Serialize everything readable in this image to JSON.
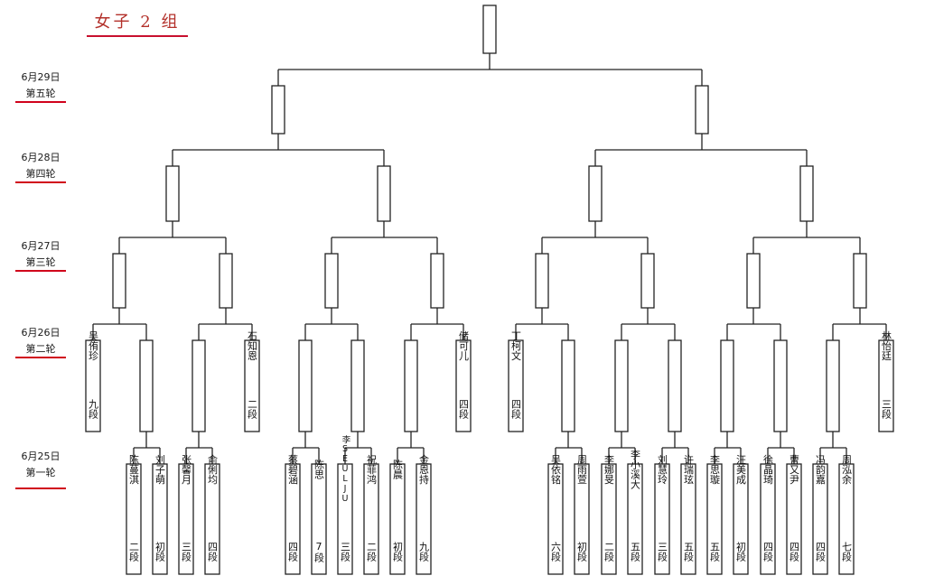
{
  "title": "女子 2 组",
  "rounds": [
    {
      "date": "6月29日",
      "name": "第五轮"
    },
    {
      "date": "6月28日",
      "name": "第四轮"
    },
    {
      "date": "6月27日",
      "name": "第三轮"
    },
    {
      "date": "6月26日",
      "name": "第二轮"
    },
    {
      "date": "6月25日",
      "name": "第一轮"
    }
  ],
  "round2_byes": [
    {
      "name": "吴侑珍",
      "rank": "九段"
    },
    {
      "name": "石知恩",
      "rank": "二段"
    },
    {
      "name": "储可儿",
      "rank": "四段"
    },
    {
      "name": "丁柯文",
      "rank": "四段"
    },
    {
      "name": "林怡廷",
      "rank": "三段"
    }
  ],
  "round1_players": [
    {
      "name": "陈蔓淇",
      "rank": "二段"
    },
    {
      "name": "刘子萌",
      "rank": "初段"
    },
    {
      "name": "张馨月",
      "rank": "三段"
    },
    {
      "name": "俞俐均",
      "rank": "四段"
    },
    {
      "name": "蔡碧涵",
      "rank": "四段"
    },
    {
      "name": "陈思",
      "rank": "7段"
    },
    {
      "name": "李SEULJU",
      "rank": "三段"
    },
    {
      "name": "祝菲鸿",
      "rank": "二段"
    },
    {
      "name": "陈晨",
      "rank": "初段"
    },
    {
      "name": "金恩持",
      "rank": "九段"
    },
    {
      "name": "吴依铭",
      "rank": "六段"
    },
    {
      "name": "周雨萱",
      "rank": "初段"
    },
    {
      "name": "李娜旻",
      "rank": "二段"
    },
    {
      "name": "李小溪大",
      "rank": "五段"
    },
    {
      "name": "刘慧玲",
      "rank": "三段"
    },
    {
      "name": "许瑞玹",
      "rank": "五段"
    },
    {
      "name": "李思璇",
      "rank": "五段"
    },
    {
      "name": "汪美成",
      "rank": "初段"
    },
    {
      "name": "徐晶琦",
      "rank": "四段"
    },
    {
      "name": "曹又尹",
      "rank": "四段"
    },
    {
      "name": "冯韵嘉",
      "rank": "四段"
    },
    {
      "name": "周泓余",
      "rank": "七段"
    }
  ],
  "colors": {
    "accent": "#c8102e",
    "line": "#222222"
  }
}
